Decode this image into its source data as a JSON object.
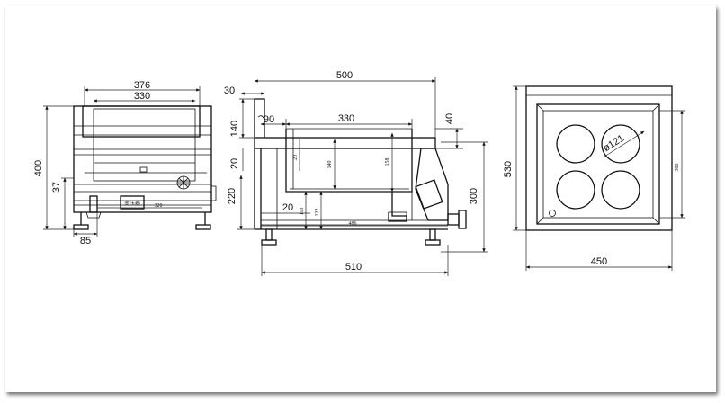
{
  "front_view": {
    "dims": {
      "overall_width": "376",
      "tank_width": "330",
      "height": "400",
      "leg_height": "37",
      "leg_offset": "85",
      "inner_width": "320"
    },
    "transformer_label": "变压器"
  },
  "side_view": {
    "dims": {
      "depth": "500",
      "front_offset": "30",
      "inset": "90",
      "tank_length": "330",
      "top_height": "40",
      "upper_height": "140",
      "rim": "20",
      "tank_depth": "140",
      "drain_depth": "158",
      "lower_height": "220",
      "base_height": "300",
      "bottom_gap": "20",
      "inner_small": "20",
      "frame_inner": "110",
      "pipe_height": "122",
      "base_length": "486",
      "base_total": "510"
    }
  },
  "top_view": {
    "dims": {
      "depth": "530",
      "width": "450",
      "inner": "380",
      "hole_diameter": "ø121"
    }
  }
}
